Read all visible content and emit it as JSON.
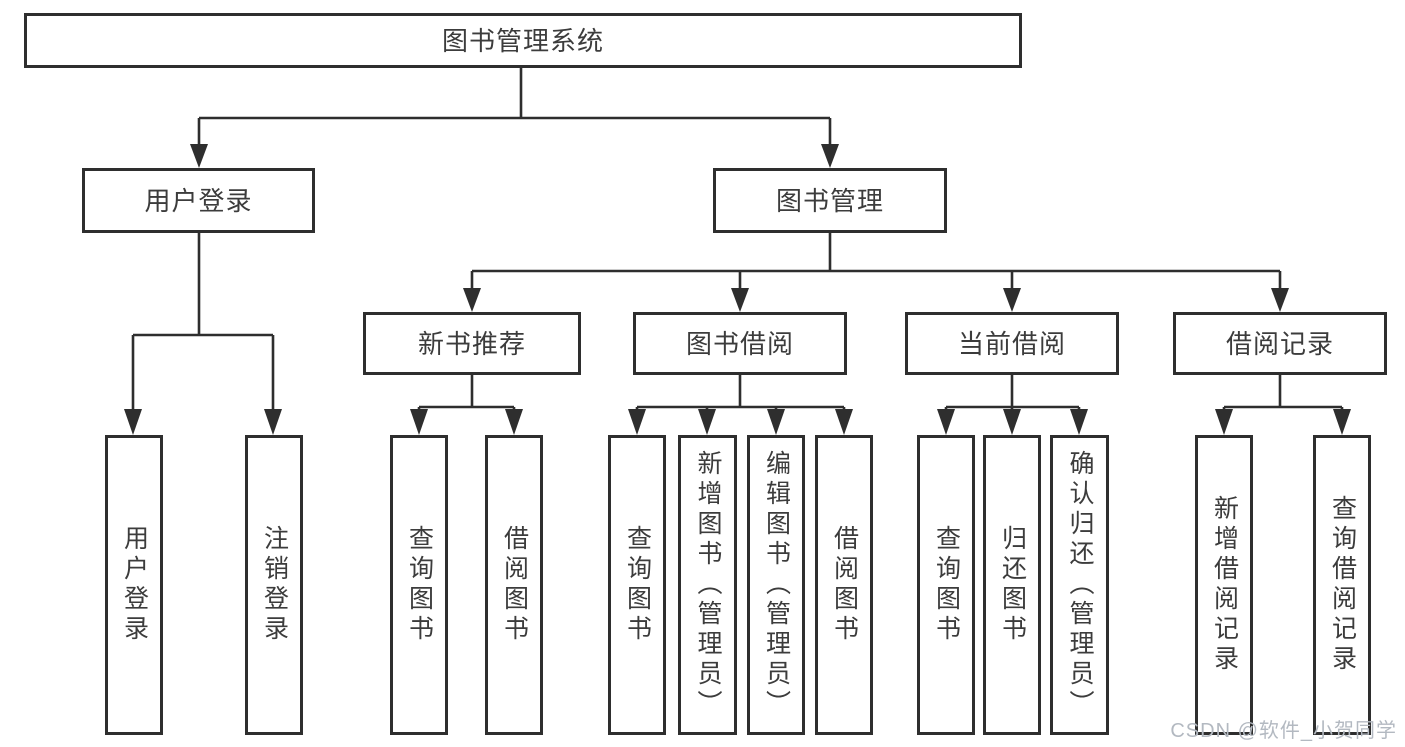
{
  "tree": {
    "root": {
      "label": "图书管理系统"
    },
    "branches": [
      {
        "label": "用户登录",
        "children": [
          {
            "label": "用户登录"
          },
          {
            "label": "注销登录"
          }
        ]
      },
      {
        "label": "图书管理",
        "children": [
          {
            "label": "新书推荐",
            "children": [
              {
                "label": "查询图书"
              },
              {
                "label": "借阅图书"
              }
            ]
          },
          {
            "label": "图书借阅",
            "children": [
              {
                "label": "查询图书"
              },
              {
                "label": "新增图书（管理员）"
              },
              {
                "label": "编辑图书（管理员）"
              },
              {
                "label": "借阅图书"
              }
            ]
          },
          {
            "label": "当前借阅",
            "children": [
              {
                "label": "查询图书"
              },
              {
                "label": "归还图书"
              },
              {
                "label": "确认归还（管理员）"
              }
            ]
          },
          {
            "label": "借阅记录",
            "children": [
              {
                "label": "新增借阅记录"
              },
              {
                "label": "查询借阅记录"
              }
            ]
          }
        ]
      }
    ]
  },
  "watermark": "CSDN @软件_小贺同学",
  "colors": {
    "line": "#2e2e2e",
    "box_border": "#2e2e2e",
    "box_fill": "#ffffff",
    "text": "#3c3c3c",
    "watermark": "#b3b9c1"
  }
}
